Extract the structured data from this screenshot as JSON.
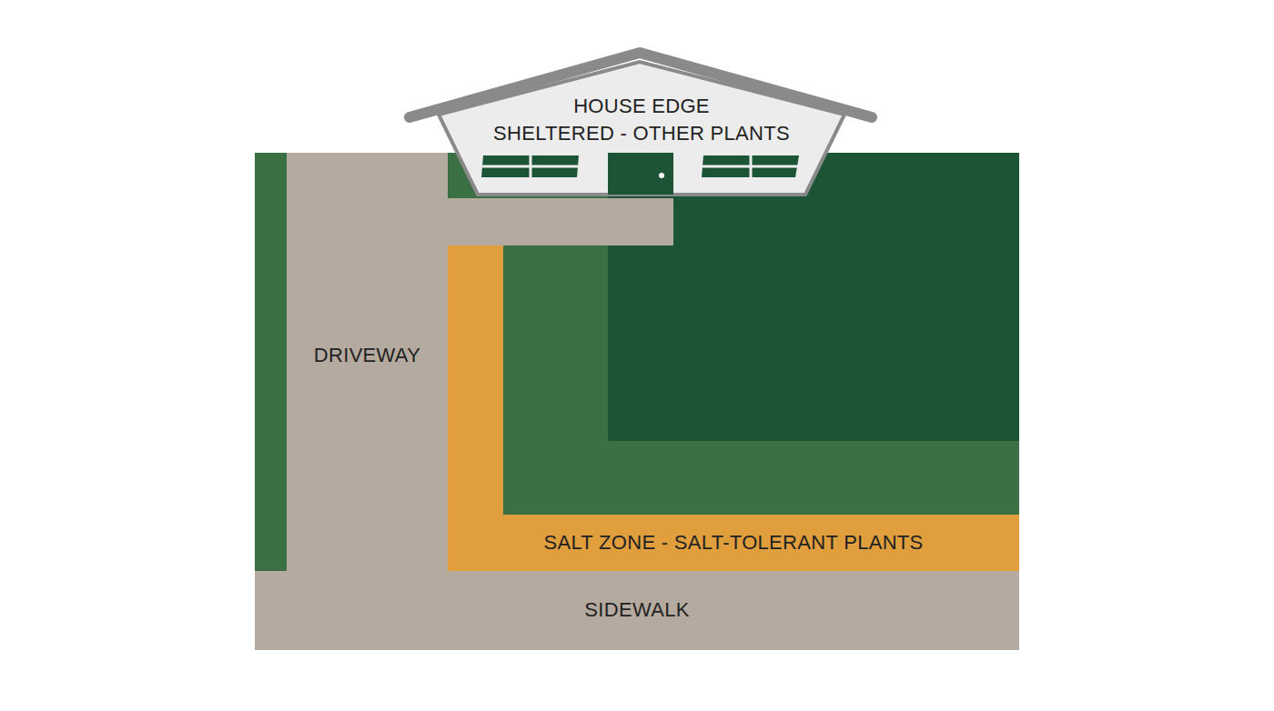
{
  "diagram": {
    "nodes": [
      {
        "text": [
          "HOUSE EDGE",
          "SHELTERED - OTHER PLANTS"
        ]
      },
      {
        "text": [
          "DRIVEWAY"
        ]
      },
      {
        "text": [
          "SALT ZONE - SALT-TOLERANT PLANTS"
        ]
      },
      {
        "text": [
          "SIDEWALK"
        ]
      }
    ]
  }
}
